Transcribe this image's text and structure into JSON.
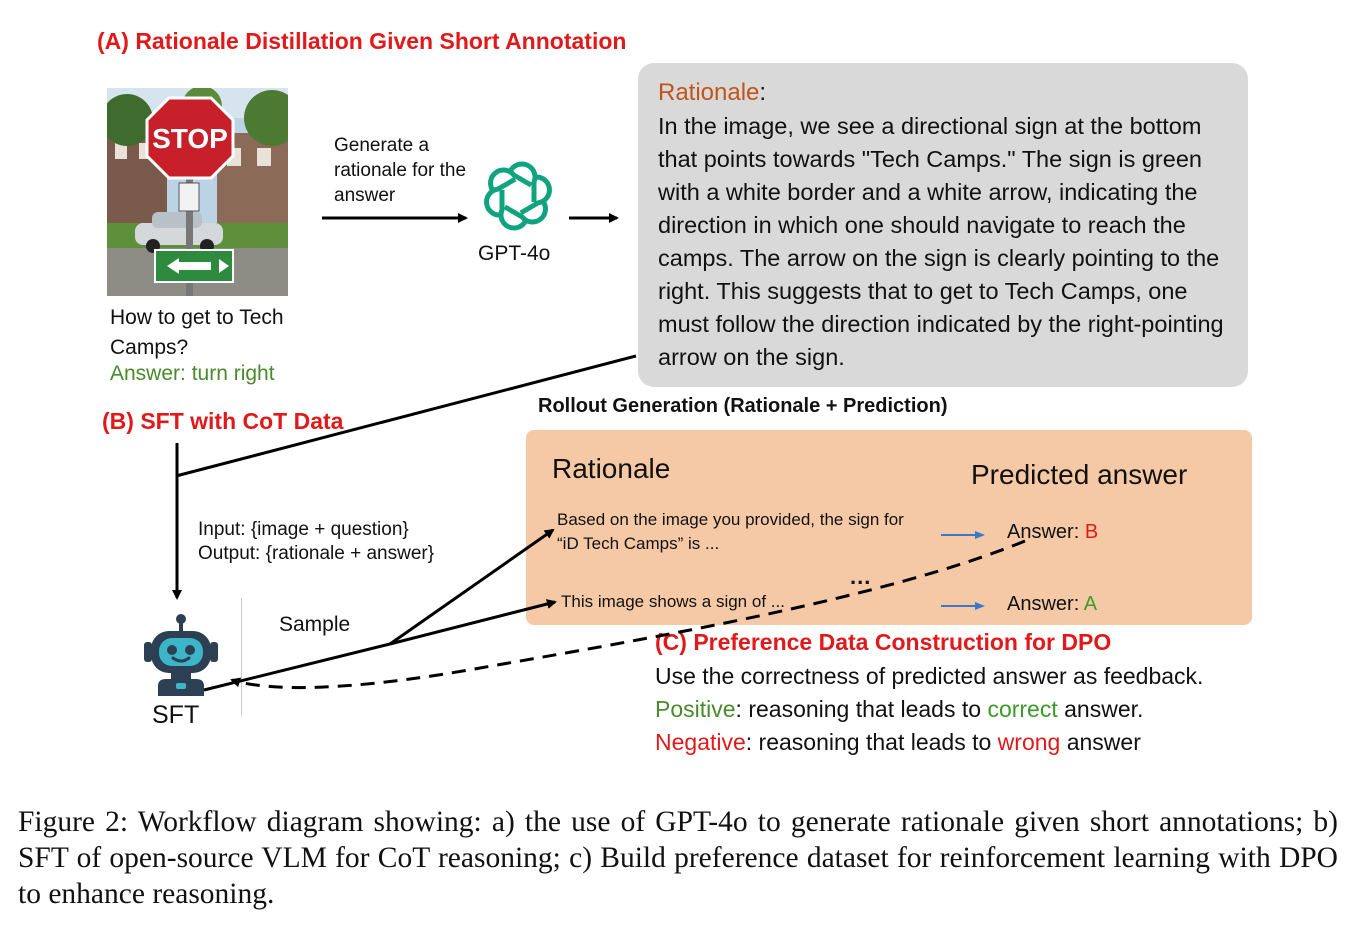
{
  "section_a": {
    "title": "(A) Rationale Distillation Given Short Annotation"
  },
  "photo": {
    "sign_text": "STOP"
  },
  "question": {
    "text": "How to get to Tech Camps?",
    "answer": "Answer: turn right"
  },
  "generate": {
    "text": "Generate a rationale for the answer",
    "model": "GPT-4o"
  },
  "rationale_box": {
    "heading": "Rationale",
    "colon": ":",
    "body": "In the image, we see a directional sign at the bottom that points towards \"Tech Camps.\" The sign is green with a white border and a white arrow, indicating the direction in which one should navigate to reach the camps. The arrow on the sign is clearly pointing to the right. This suggests that to get to Tech Camps, one must follow the direction indicated by the right-pointing arrow on the sign."
  },
  "section_b": {
    "title": "(B) SFT with CoT Data",
    "input_text": "Input: {image + question}",
    "output_text": "Output: {rationale + answer}",
    "sample_label": "Sample",
    "sft_label": "SFT"
  },
  "rollout": {
    "title": "Rollout Generation (Rationale + Prediction)",
    "rationale_heading": "Rationale",
    "pred_heading": "Predicted answer",
    "sample1": "Based on the image you provided, the sign for “iD Tech Camps” is ...",
    "sample2": "This image shows a sign of ...",
    "dots": "...",
    "answer_prefix": "Answer: ",
    "answer1": "B",
    "answer2": "A"
  },
  "section_c": {
    "title": "(C) Preference Data Construction for DPO",
    "line1": "Use the correctness of predicted answer as feedback.",
    "positive": "Positive",
    "positive_rest1": ": reasoning that leads to ",
    "correct": "correct",
    "positive_rest2": " answer.",
    "negative": "Negative",
    "negative_rest1": ": reasoning that leads to ",
    "wrong": "wrong",
    "negative_rest2": " answer"
  },
  "caption": "Figure 2: Workflow diagram showing: a) the use of GPT-4o to generate rationale given short annotations; b) SFT of open-source VLM for CoT reasoning; c) Build preference dataset for reinforcement learning with DPO to enhance reasoning.",
  "colors": {
    "section_title": "#e01a1a",
    "rationale_heading": "#c0551b",
    "answer_green": "#4a8a2a",
    "rationale_box_bg": "#d9d9d9",
    "rollout_box_bg": "#f6c9a6",
    "robot_dark": "#2d3f52",
    "robot_accent": "#3db5c9"
  }
}
